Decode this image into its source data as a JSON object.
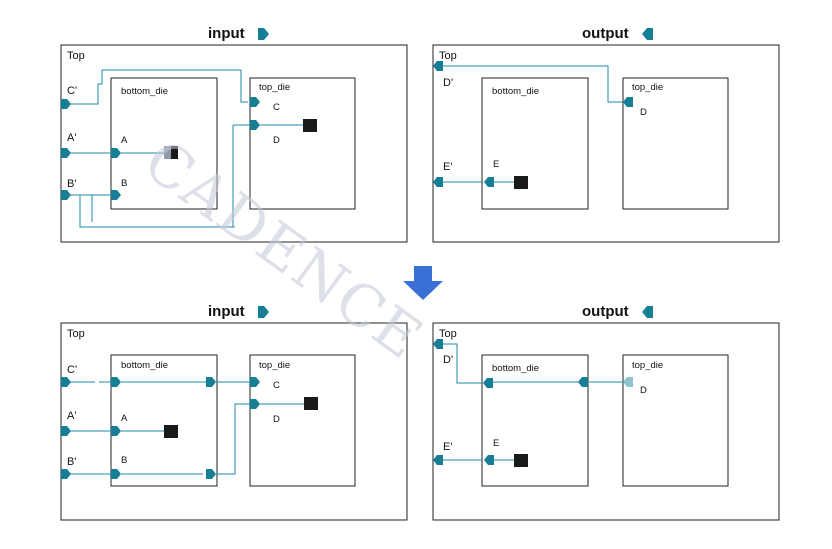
{
  "watermark": "CADENCE",
  "icons": {
    "arrow": "down-arrow-icon",
    "legend_input": "input-port-icon",
    "legend_output": "output-port-icon"
  },
  "colors": {
    "wire": "#1d8aa8",
    "pin": "#167f96",
    "arrow": "#3a70d6",
    "cell": "#1a1a1a"
  },
  "panels": {
    "before_input": {
      "title": "input",
      "top": "Top",
      "bottom_die": "bottom_die",
      "top_die": "top_die",
      "ports": {
        "C": "C'",
        "A": "A'",
        "B": "B'"
      },
      "pins": {
        "bA": "A",
        "bB": "B",
        "tC": "C",
        "tD": "D"
      }
    },
    "before_output": {
      "title": "output",
      "top": "Top",
      "bottom_die": "bottom_die",
      "top_die": "top_die",
      "ports": {
        "D": "D'",
        "E": "E'"
      },
      "pins": {
        "bE": "E",
        "tD": "D"
      }
    },
    "after_input": {
      "title": "input",
      "top": "Top",
      "bottom_die": "bottom_die",
      "top_die": "top_die",
      "ports": {
        "C": "C'",
        "A": "A'",
        "B": "B'"
      },
      "pins": {
        "bA": "A",
        "bB": "B",
        "tC": "C",
        "tD": "D"
      }
    },
    "after_output": {
      "title": "output",
      "top": "Top",
      "bottom_die": "bottom_die",
      "top_die": "top_die",
      "ports": {
        "D": "D'",
        "E": "E'"
      },
      "pins": {
        "bE": "E",
        "tD": "D"
      }
    }
  }
}
